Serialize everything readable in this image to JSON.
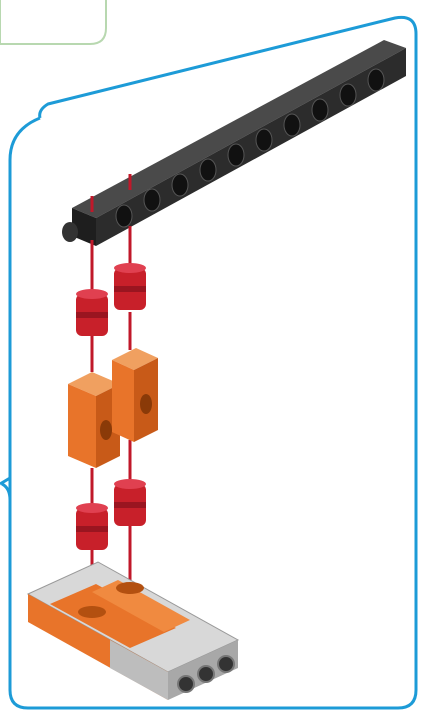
{
  "image": {
    "kind": "exploded assembly illustration",
    "colors": {
      "frame_blue": "#1d9bd7",
      "prev_panel_green": "#b8d8b0",
      "beam_black": "#2a2a2a",
      "pin_red": "#c8202a",
      "connector_orange": "#e8742a",
      "plate_gray": "#c8c8c8",
      "guide_line_red": "#c0182a"
    },
    "parts": [
      "black-beam-11-hole",
      "red-pin",
      "orange-connector",
      "red-pin",
      "orange-gray-base-plate"
    ]
  }
}
